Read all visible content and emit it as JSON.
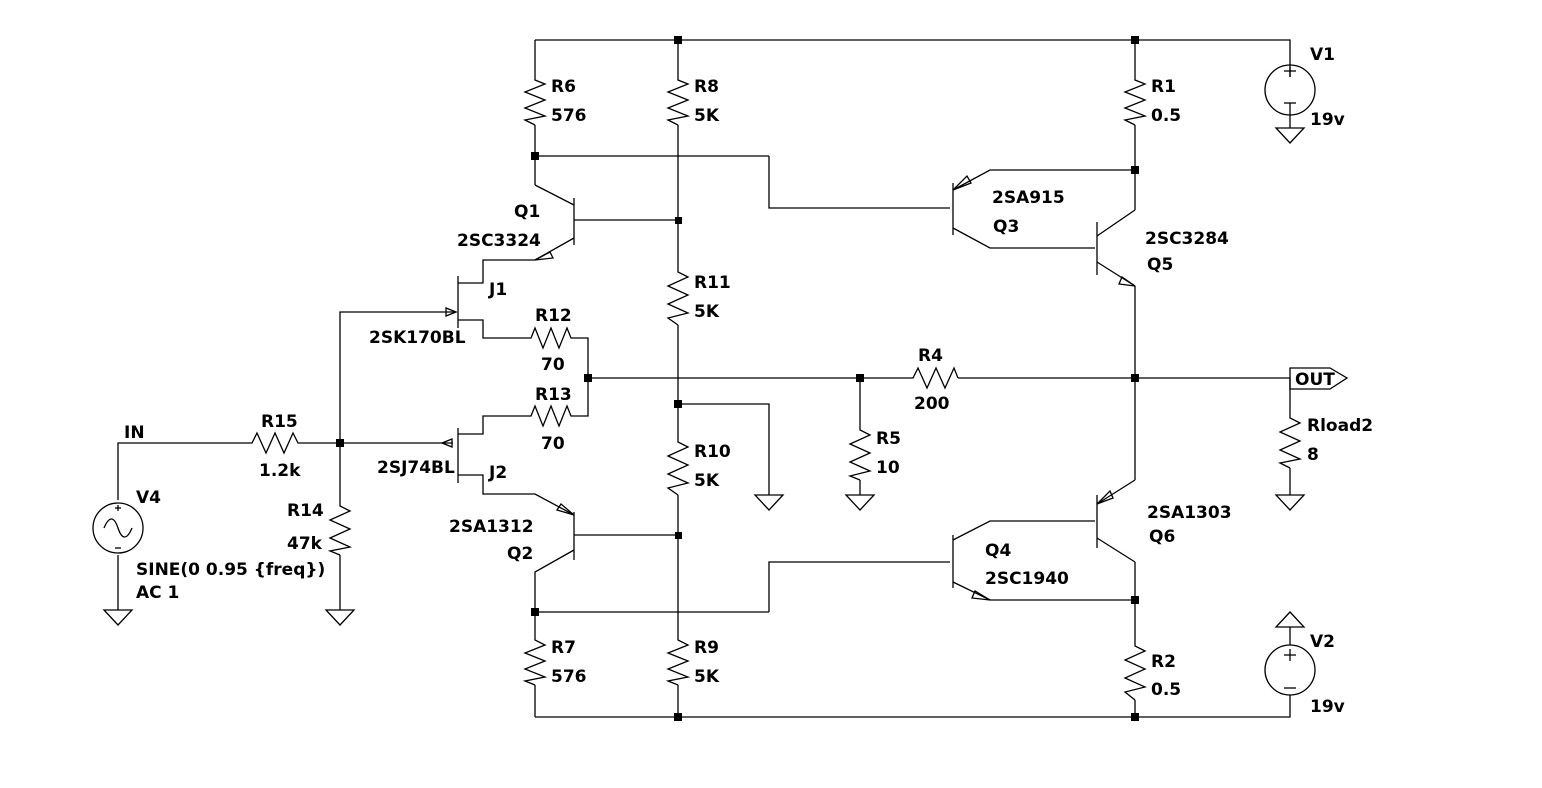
{
  "net_labels": {
    "in": "IN",
    "out": "OUT"
  },
  "sources": {
    "v1": {
      "name": "V1",
      "value": "19v"
    },
    "v2": {
      "name": "V2",
      "value": "19v"
    },
    "v4": {
      "name": "V4",
      "value": "SINE(0 0.95 {freq})",
      "ac": "AC 1"
    }
  },
  "resistors": {
    "r1": {
      "name": "R1",
      "value": "0.5"
    },
    "r2": {
      "name": "R2",
      "value": "0.5"
    },
    "r4": {
      "name": "R4",
      "value": "200"
    },
    "r5": {
      "name": "R5",
      "value": "10"
    },
    "r6": {
      "name": "R6",
      "value": "576"
    },
    "r7": {
      "name": "R7",
      "value": "576"
    },
    "r8": {
      "name": "R8",
      "value": "5K"
    },
    "r9": {
      "name": "R9",
      "value": "5K"
    },
    "r10": {
      "name": "R10",
      "value": "5K"
    },
    "r11": {
      "name": "R11",
      "value": "5K"
    },
    "r12": {
      "name": "R12",
      "value": "70"
    },
    "r13": {
      "name": "R13",
      "value": "70"
    },
    "r14": {
      "name": "R14",
      "value": "47k"
    },
    "r15": {
      "name": "R15",
      "value": "1.2k"
    },
    "rload2": {
      "name": "Rload2",
      "value": "8"
    }
  },
  "transistors": {
    "q1": {
      "name": "Q1",
      "model": "2SC3324"
    },
    "q2": {
      "name": "Q2",
      "model": "2SA1312"
    },
    "q3": {
      "name": "Q3",
      "model": "2SA915"
    },
    "q4": {
      "name": "Q4",
      "model": "2SC1940"
    },
    "q5": {
      "name": "Q5",
      "model": "2SC3284"
    },
    "q6": {
      "name": "Q6",
      "model": "2SA1303"
    },
    "j1": {
      "name": "J1",
      "model": "2SK170BL"
    },
    "j2": {
      "name": "J2",
      "model": "2SJ74BL"
    }
  }
}
